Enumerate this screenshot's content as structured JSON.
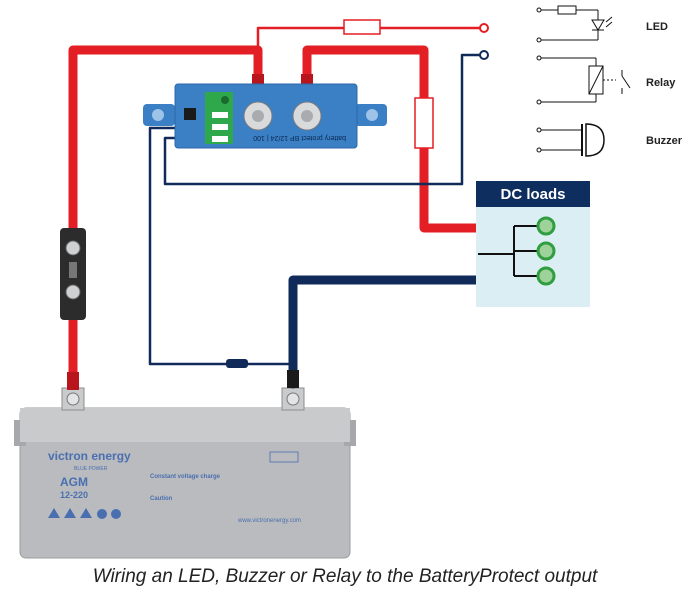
{
  "labels": {
    "led": "LED",
    "relay": "Relay",
    "buzzer": "Buzzer",
    "dc_loads": "DC loads",
    "battery_protect": "battery protect  BP 12/24 | 100",
    "brand": "victron energy",
    "brand_sub": "BLUE POWER",
    "battery_model": "AGM",
    "battery_capacity": "12-220",
    "voltage_heading": "Constant voltage charge",
    "caution_heading": "Caution",
    "website": "www.victronenergy.com"
  },
  "caption": "Wiring an LED, Buzzer or Relay to the BatteryProtect output",
  "colors": {
    "positive_wire": "#e31e24",
    "negative_wire": "#102a5a",
    "bp_body": "#3b7fc4",
    "dc_loads_header": "#0d2e5e",
    "dc_loads_bg": "#dbeef4",
    "load_circle": "#2e9e3e",
    "battery_body": "#b9bbbe"
  },
  "icons": [
    "led-symbol-icon",
    "relay-symbol-icon",
    "buzzer-symbol-icon",
    "fuse-icon",
    "terminal-icon"
  ]
}
